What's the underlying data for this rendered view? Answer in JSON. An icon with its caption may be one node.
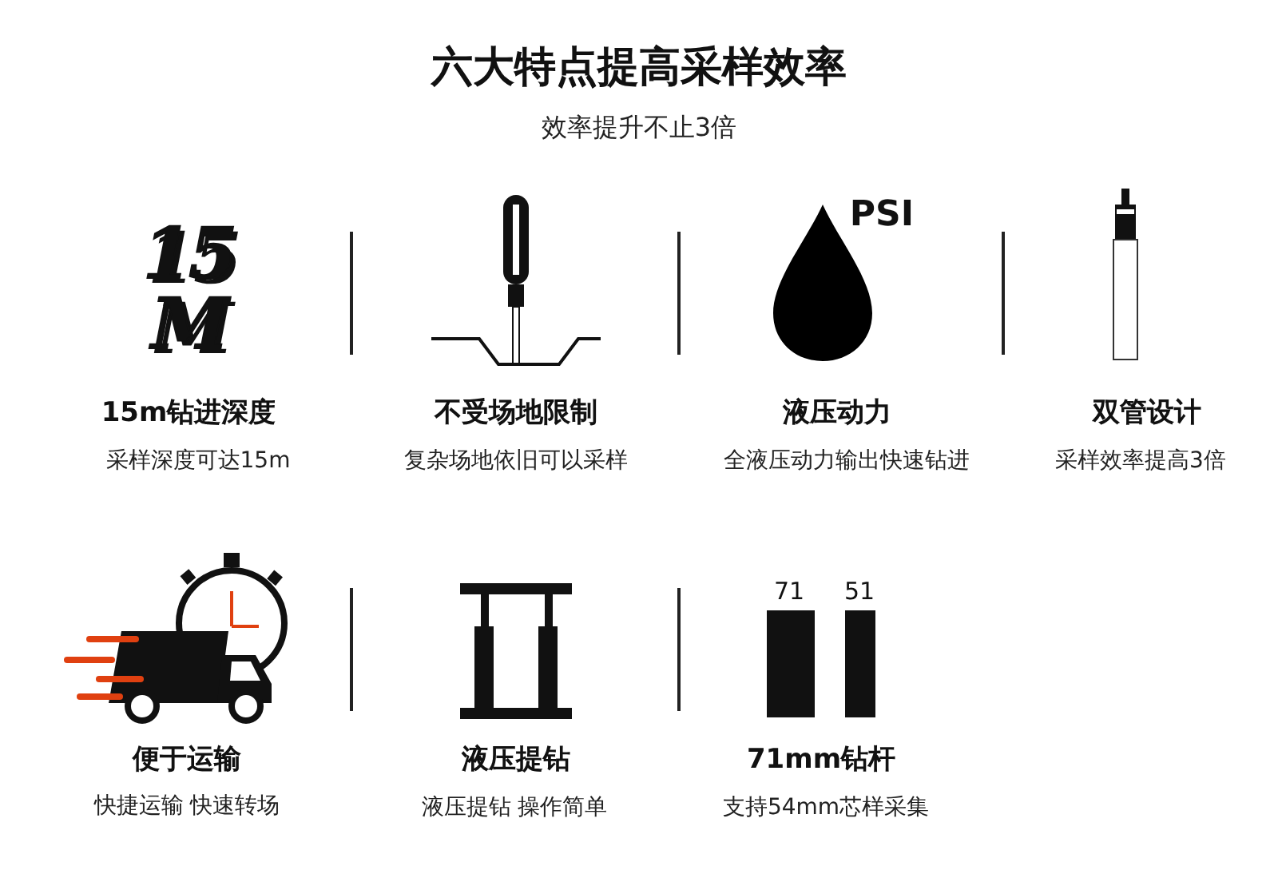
{
  "diagram": {
    "title": "六大特点提高采样效率",
    "labels": [
      "效率提升不止3倍",
      "15",
      "M",
      "15m钻进深度",
      "采样深度可达15m",
      "不受场地限制",
      "复杂场地依旧可以采样",
      "PSI",
      "液压动力",
      "全液压动力输出快速钻进",
      "双管设计",
      "采样效率提高3倍",
      "便于运输",
      "快捷运输 快速转场",
      "液压提钻",
      "液压提钻 操作简单",
      "71",
      "51",
      "71mm钻杆",
      "支持54mm芯样采集"
    ]
  }
}
